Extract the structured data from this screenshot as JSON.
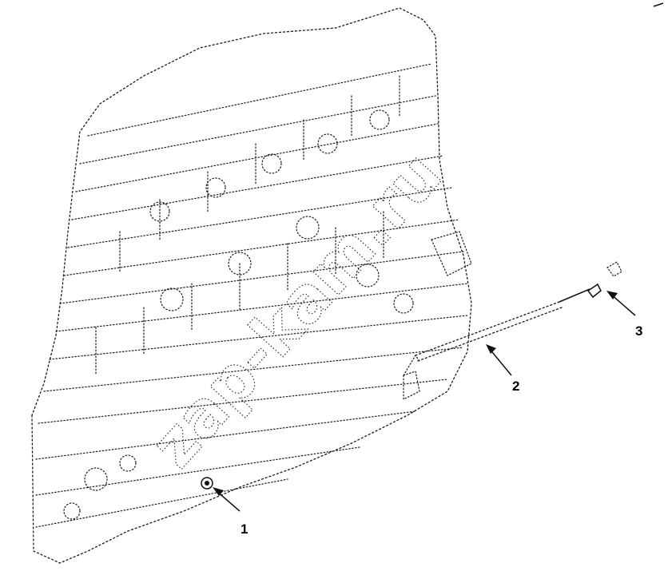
{
  "watermark": {
    "text": "zap-kam.ru"
  },
  "callouts": [
    {
      "label": "1"
    },
    {
      "label": "2"
    },
    {
      "label": "3"
    }
  ]
}
